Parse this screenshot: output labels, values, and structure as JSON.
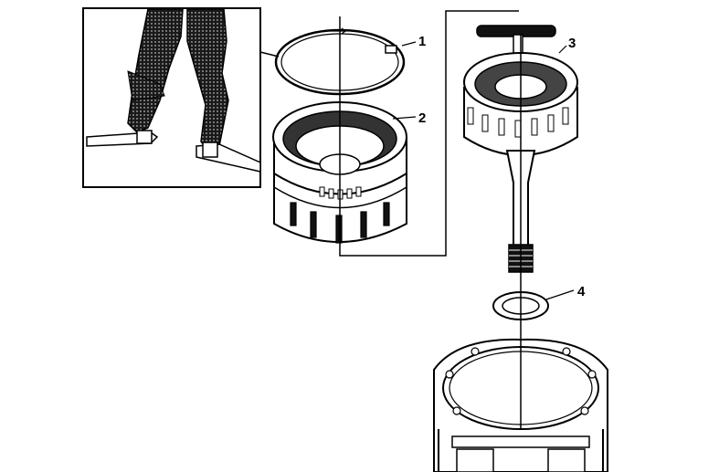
{
  "callouts": [
    {
      "id": "1",
      "label": "1"
    },
    {
      "id": "2",
      "label": "2"
    },
    {
      "id": "3",
      "label": "3"
    },
    {
      "id": "4",
      "label": "4"
    }
  ],
  "colors": {
    "line": "#000000",
    "background": "#ffffff",
    "fill_dark": "#1a1a1a"
  }
}
